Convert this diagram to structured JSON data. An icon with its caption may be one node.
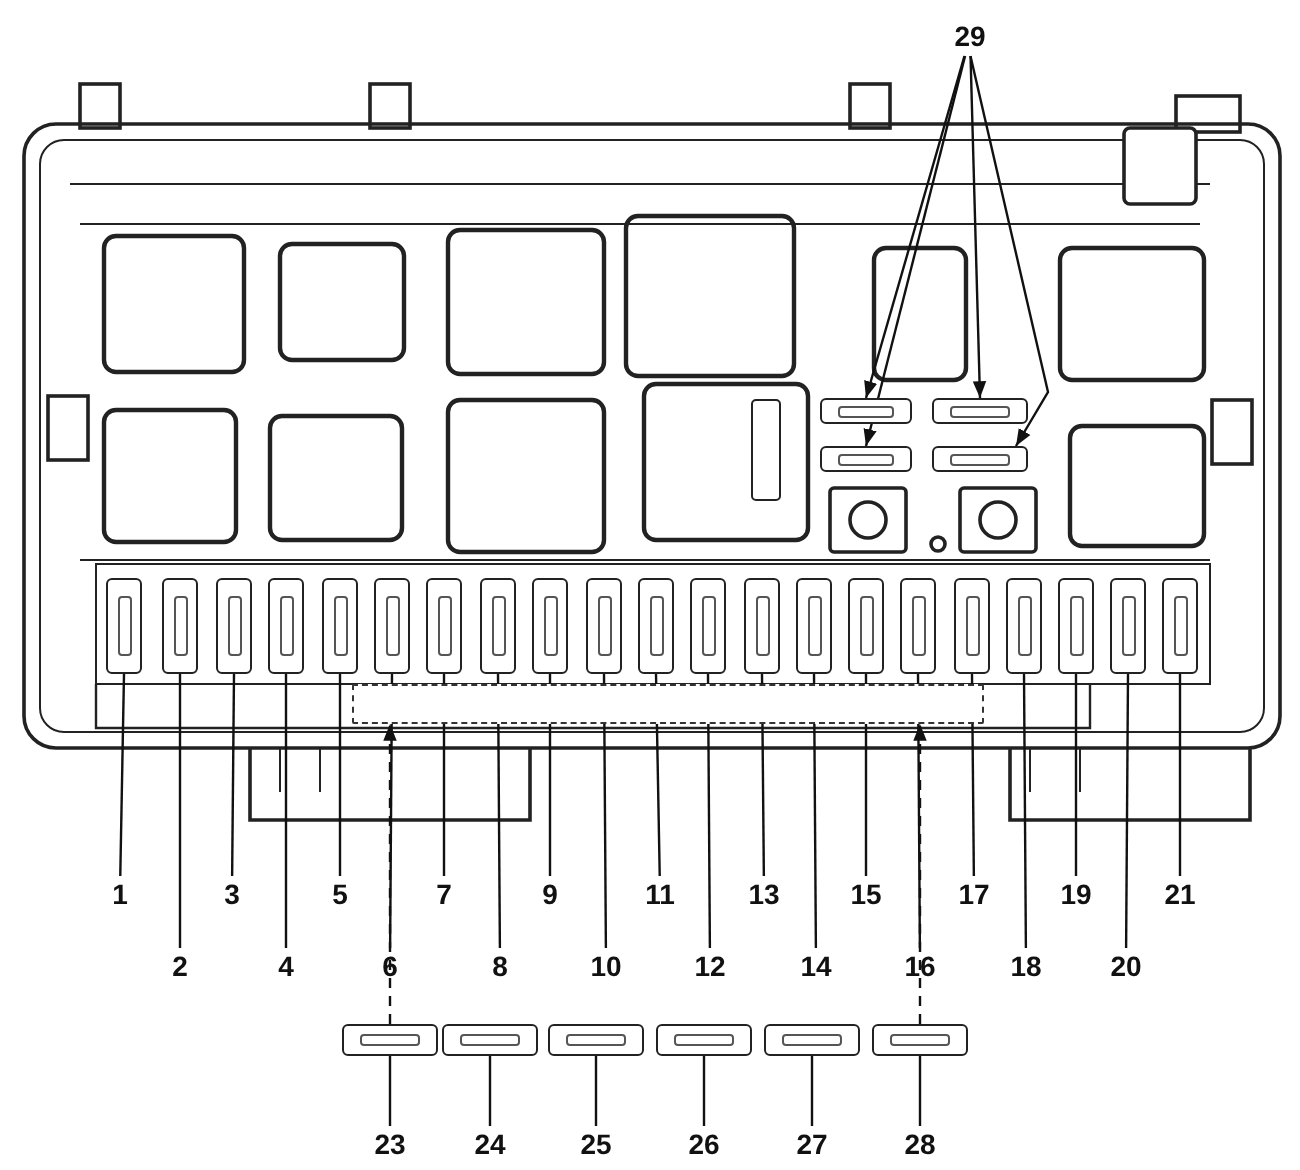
{
  "diagram": {
    "nodes": [
      {
        "text": [
          "29"
        ]
      },
      {
        "text": [],
        "shape": "box"
      },
      {
        "text": [],
        "shape": "box"
      },
      {
        "text": [],
        "shape": "box"
      },
      {
        "text": [],
        "shape": "box"
      },
      {
        "text": [],
        "shape": "box"
      },
      {
        "text": [],
        "shape": "box"
      },
      {
        "text": [],
        "shape": "box"
      },
      {
        "text": [],
        "shape": "box"
      },
      {
        "text": [],
        "shape": "box"
      },
      {
        "text": [],
        "shape": "box"
      },
      {
        "text": [],
        "shape": "box"
      },
      {
        "text": [],
        "shape": "box"
      },
      {
        "text": [],
        "shape": "box"
      },
      {
        "text": [],
        "shape": "box"
      },
      {
        "text": [],
        "shape": "box"
      },
      {
        "text": [],
        "shape": "box"
      },
      {
        "text": [],
        "shape": "box"
      },
      {
        "text": [],
        "shape": "box"
      },
      {
        "text": [],
        "shape": "box"
      },
      {
        "text": [],
        "shape": "box"
      },
      {
        "text": [],
        "shape": "box"
      },
      {
        "text": [],
        "shape": "box"
      },
      {
        "text": [],
        "shape": "box"
      },
      {
        "text": [],
        "shape": "box"
      },
      {
        "text": [],
        "shape": "box"
      },
      {
        "text": [],
        "shape": "bar"
      },
      {
        "text": [
          "1"
        ]
      },
      {
        "text": [
          "2"
        ]
      },
      {
        "text": [
          "3"
        ]
      },
      {
        "text": [
          "4"
        ]
      },
      {
        "text": [
          "5"
        ]
      },
      {
        "text": [
          "6"
        ]
      },
      {
        "text": [
          "7"
        ]
      },
      {
        "text": [
          "8"
        ]
      },
      {
        "text": [
          "9"
        ]
      },
      {
        "text": [
          "10"
        ]
      },
      {
        "text": [
          "11"
        ]
      },
      {
        "text": [
          "12"
        ]
      },
      {
        "text": [
          "13"
        ]
      },
      {
        "text": [
          "14"
        ]
      },
      {
        "text": [
          "15"
        ]
      },
      {
        "text": [
          "16"
        ]
      },
      {
        "text": [
          "17"
        ]
      },
      {
        "text": [
          "18"
        ]
      },
      {
        "text": [
          "19"
        ]
      },
      {
        "text": [
          "20"
        ]
      },
      {
        "text": [
          "21"
        ]
      },
      {
        "text": [],
        "shape": "box"
      },
      {
        "text": [],
        "shape": "box"
      },
      {
        "text": [],
        "shape": "box"
      },
      {
        "text": [],
        "shape": "box"
      },
      {
        "text": [],
        "shape": "box"
      },
      {
        "text": [],
        "shape": "box"
      },
      {
        "text": [
          "23"
        ]
      },
      {
        "text": [
          "24"
        ]
      },
      {
        "text": [
          "25"
        ]
      },
      {
        "text": [
          "26"
        ]
      },
      {
        "text": [
          "27"
        ]
      },
      {
        "text": [
          "28"
        ]
      }
    ],
    "edges": [
      {
        "from": 0,
        "to": 1,
        "arrow": "to"
      },
      {
        "from": 0,
        "to": 2,
        "arrow": "to"
      },
      {
        "from": 0,
        "to": 3,
        "arrow": "to"
      },
      {
        "from": 0,
        "to": 4,
        "arrow": "to"
      },
      {
        "from": 27,
        "to": 5,
        "arrow": "none"
      },
      {
        "from": 28,
        "to": 6,
        "arrow": "none"
      },
      {
        "from": 29,
        "to": 7,
        "arrow": "none"
      },
      {
        "from": 30,
        "to": 8,
        "arrow": "none"
      },
      {
        "from": 31,
        "to": 9,
        "arrow": "none"
      },
      {
        "from": 32,
        "to": 10,
        "arrow": "none"
      },
      {
        "from": 33,
        "to": 11,
        "arrow": "none"
      },
      {
        "from": 34,
        "to": 12,
        "arrow": "none"
      },
      {
        "from": 35,
        "to": 13,
        "arrow": "none"
      },
      {
        "from": 36,
        "to": 14,
        "arrow": "none"
      },
      {
        "from": 37,
        "to": 15,
        "arrow": "none"
      },
      {
        "from": 38,
        "to": 16,
        "arrow": "none"
      },
      {
        "from": 39,
        "to": 17,
        "arrow": "none"
      },
      {
        "from": 40,
        "to": 18,
        "arrow": "none"
      },
      {
        "from": 41,
        "to": 19,
        "arrow": "none"
      },
      {
        "from": 42,
        "to": 20,
        "arrow": "none"
      },
      {
        "from": 43,
        "to": 21,
        "arrow": "none"
      },
      {
        "from": 44,
        "to": 22,
        "arrow": "none"
      },
      {
        "from": 45,
        "to": 23,
        "arrow": "none"
      },
      {
        "from": 46,
        "to": 24,
        "arrow": "none"
      },
      {
        "from": 47,
        "to": 25,
        "arrow": "none"
      },
      {
        "from": 54,
        "to": 48,
        "arrow": "none"
      },
      {
        "from": 55,
        "to": 49,
        "arrow": "none"
      },
      {
        "from": 56,
        "to": 50,
        "arrow": "none"
      },
      {
        "from": 57,
        "to": 51,
        "arrow": "none"
      },
      {
        "from": 58,
        "to": 52,
        "arrow": "none"
      },
      {
        "from": 59,
        "to": 53,
        "arrow": "none"
      },
      {
        "from": 48,
        "to": 26,
        "arrow": "to",
        "style": "dashed"
      },
      {
        "from": 53,
        "to": 26,
        "arrow": "to",
        "style": "dashed"
      }
    ]
  }
}
